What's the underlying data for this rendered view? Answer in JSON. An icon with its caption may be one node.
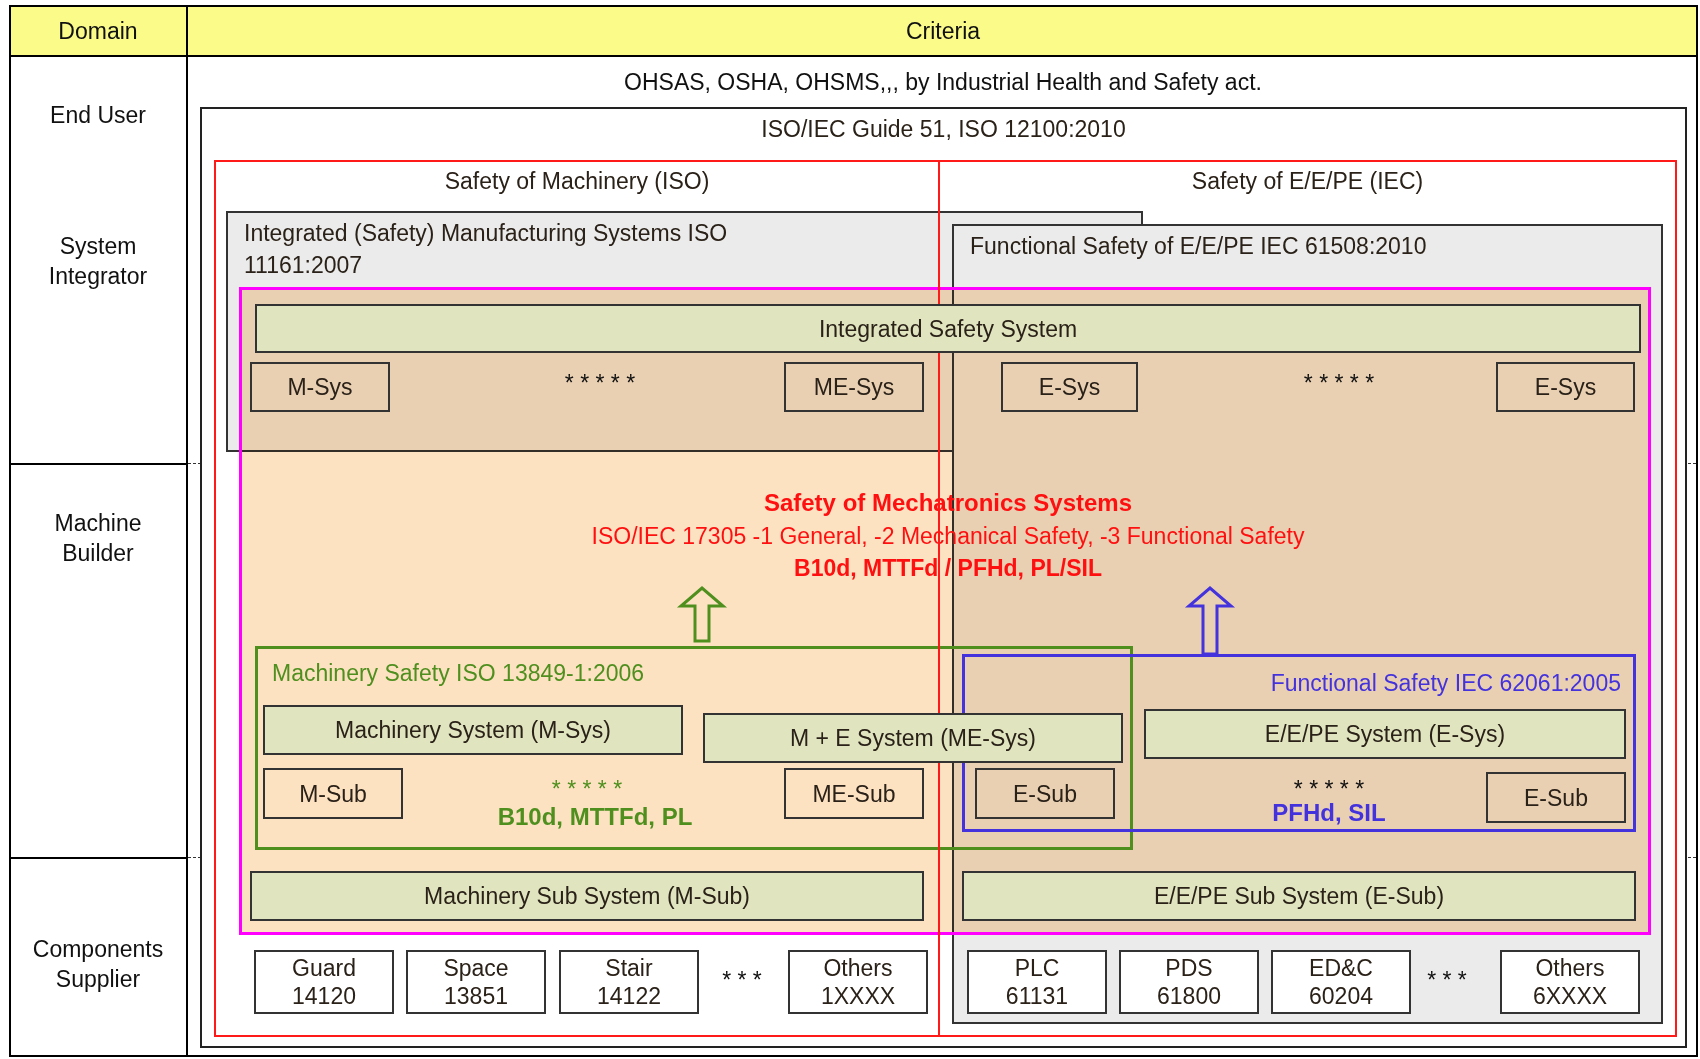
{
  "diagram": {
    "nodes": [
      {
        "text": [
          "ISO/IEC Guide 51, ISO 12100:2010"
        ]
      },
      {
        "text": [
          "Safety of Machinery (ISO)"
        ],
        "in": 0
      },
      {
        "text": [
          "Safety of E/E/PE (IEC)"
        ],
        "in": 0
      },
      {
        "text": [
          "Integrated (Safety) Manufacturing Systems ISO 11161:2007"
        ],
        "in": 0
      },
      {
        "text": [
          "Functional Safety of E/E/PE IEC 61508:2010"
        ],
        "in": 0
      },
      {
        "text": [],
        "shape": "box",
        "in": 0
      },
      {
        "text": [
          "Safety of Mechatronics Systems",
          "ISO/IEC 17305  -1 General, -2 Mechanical Safety, -3 Functional Safety",
          "B10d, MTTFd / PFHd, PL/SIL"
        ],
        "in": 5
      },
      {
        "text": [
          "Integrated Safety System"
        ],
        "in": 5
      },
      {
        "text": [
          "M-Sys"
        ]
      },
      {
        "text": [
          "ME-Sys"
        ]
      },
      {
        "text": [
          "E-Sys"
        ]
      },
      {
        "text": [
          "E-Sys"
        ]
      },
      {
        "text": [
          "Machinery Safety ISO 13849-1:2006",
          "B10d, MTTFd, PL"
        ],
        "in": 5
      },
      {
        "text": [
          "Machinery System (M-Sys)"
        ]
      },
      {
        "text": [
          "M + E System (ME-Sys)"
        ],
        "in": 12
      },
      {
        "text": [
          "M-Sub"
        ]
      },
      {
        "text": [
          "ME-Sub"
        ]
      },
      {
        "text": [
          "Functional Safety IEC 62061:2005",
          "PFHd, SIL"
        ]
      },
      {
        "text": [
          "E/E/PE System (E-Sys)"
        ],
        "in": 17
      },
      {
        "text": [
          "E-Sub"
        ]
      },
      {
        "text": [
          "E-Sub"
        ],
        "in": 17
      },
      {
        "text": [
          "Machinery Sub System (M-Sub)"
        ]
      },
      {
        "text": [
          "E/E/PE Sub System (E-Sub)"
        ]
      },
      {
        "text": [
          "Guard",
          "14120"
        ],
        "in": 1
      },
      {
        "text": [
          "Space",
          "13851"
        ],
        "in": 1
      },
      {
        "text": [
          "Stair",
          "14122"
        ],
        "in": 1
      },
      {
        "text": [
          "Others",
          "1XXXX"
        ],
        "in": 1
      },
      {
        "text": [
          "PLC",
          "61131"
        ],
        "in": 4
      },
      {
        "text": [
          "PDS",
          "61800"
        ],
        "in": 4
      },
      {
        "text": [
          "ED&C",
          "60204"
        ],
        "in": 4
      },
      {
        "text": [
          "Others",
          "6XXXX"
        ],
        "in": 4
      }
    ],
    "edges": [
      {
        "from": 12,
        "to": 6,
        "arrow": "to",
        "color": "#4e8f1e"
      },
      {
        "from": 17,
        "to": 6,
        "arrow": "to",
        "color": "#4433dd"
      }
    ],
    "labels": [
      "Domain",
      "Criteria",
      "OHSAS, OSHA, OHSMS,,, by Industrial Health and Safety act.",
      "End User",
      "System Integrator",
      "* * * * *",
      "* * * * *",
      "Machine Builder",
      "* * * * *",
      "* * * * *",
      "Components Supplier",
      "* * *",
      "* * *"
    ]
  }
}
